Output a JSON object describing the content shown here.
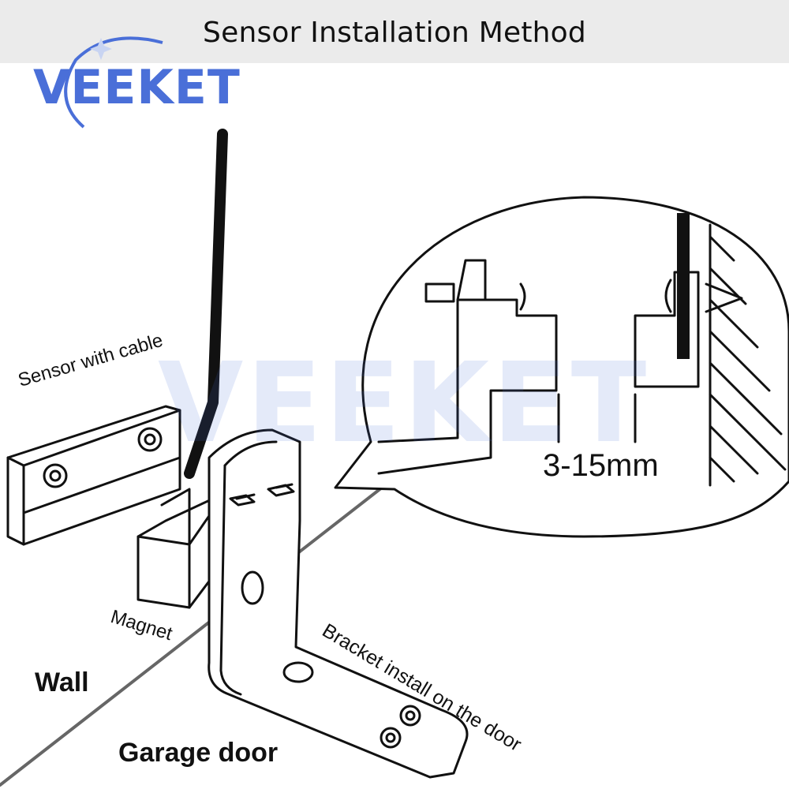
{
  "header": {
    "title": "Sensor Installation Method"
  },
  "logo": {
    "text": "VEEKET",
    "color": "#4a6fd8"
  },
  "watermark": {
    "text": "VEEKET"
  },
  "labels": {
    "sensor": "Sensor with cable",
    "magnet": "Magnet",
    "bracket": "Bracket install on the door",
    "wall": "Wall",
    "garage_door": "Garage door",
    "gap": "3-15mm"
  },
  "colors": {
    "line": "#111111",
    "background": "#ffffff",
    "header_bg": "#ebebeb",
    "brand": "#4a6fd8"
  }
}
